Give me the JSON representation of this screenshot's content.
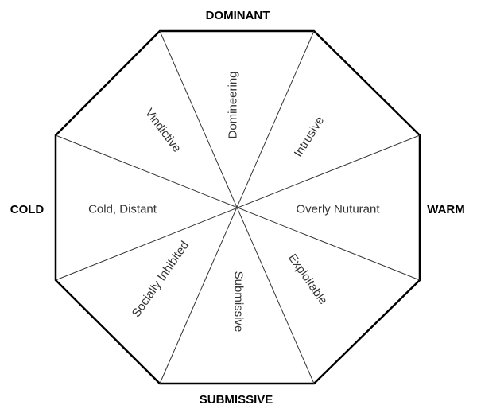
{
  "axes": {
    "top": "DOMINANT",
    "bottom": "SUBMISSIVE",
    "left": "COLD",
    "right": "WARM"
  },
  "octants": [
    {
      "id": "domineering",
      "label": "Domineering"
    },
    {
      "id": "intrusive",
      "label": "Intrusive"
    },
    {
      "id": "overly-nuturant",
      "label": "Overly Nuturant"
    },
    {
      "id": "exploitable",
      "label": "Exploitable"
    },
    {
      "id": "submissive",
      "label": "Submissive"
    },
    {
      "id": "socially-inhibited",
      "label": "Socially Inhibited"
    },
    {
      "id": "cold-distant",
      "label": "Cold, Distant"
    },
    {
      "id": "vindictive",
      "label": "Vindictive"
    }
  ]
}
